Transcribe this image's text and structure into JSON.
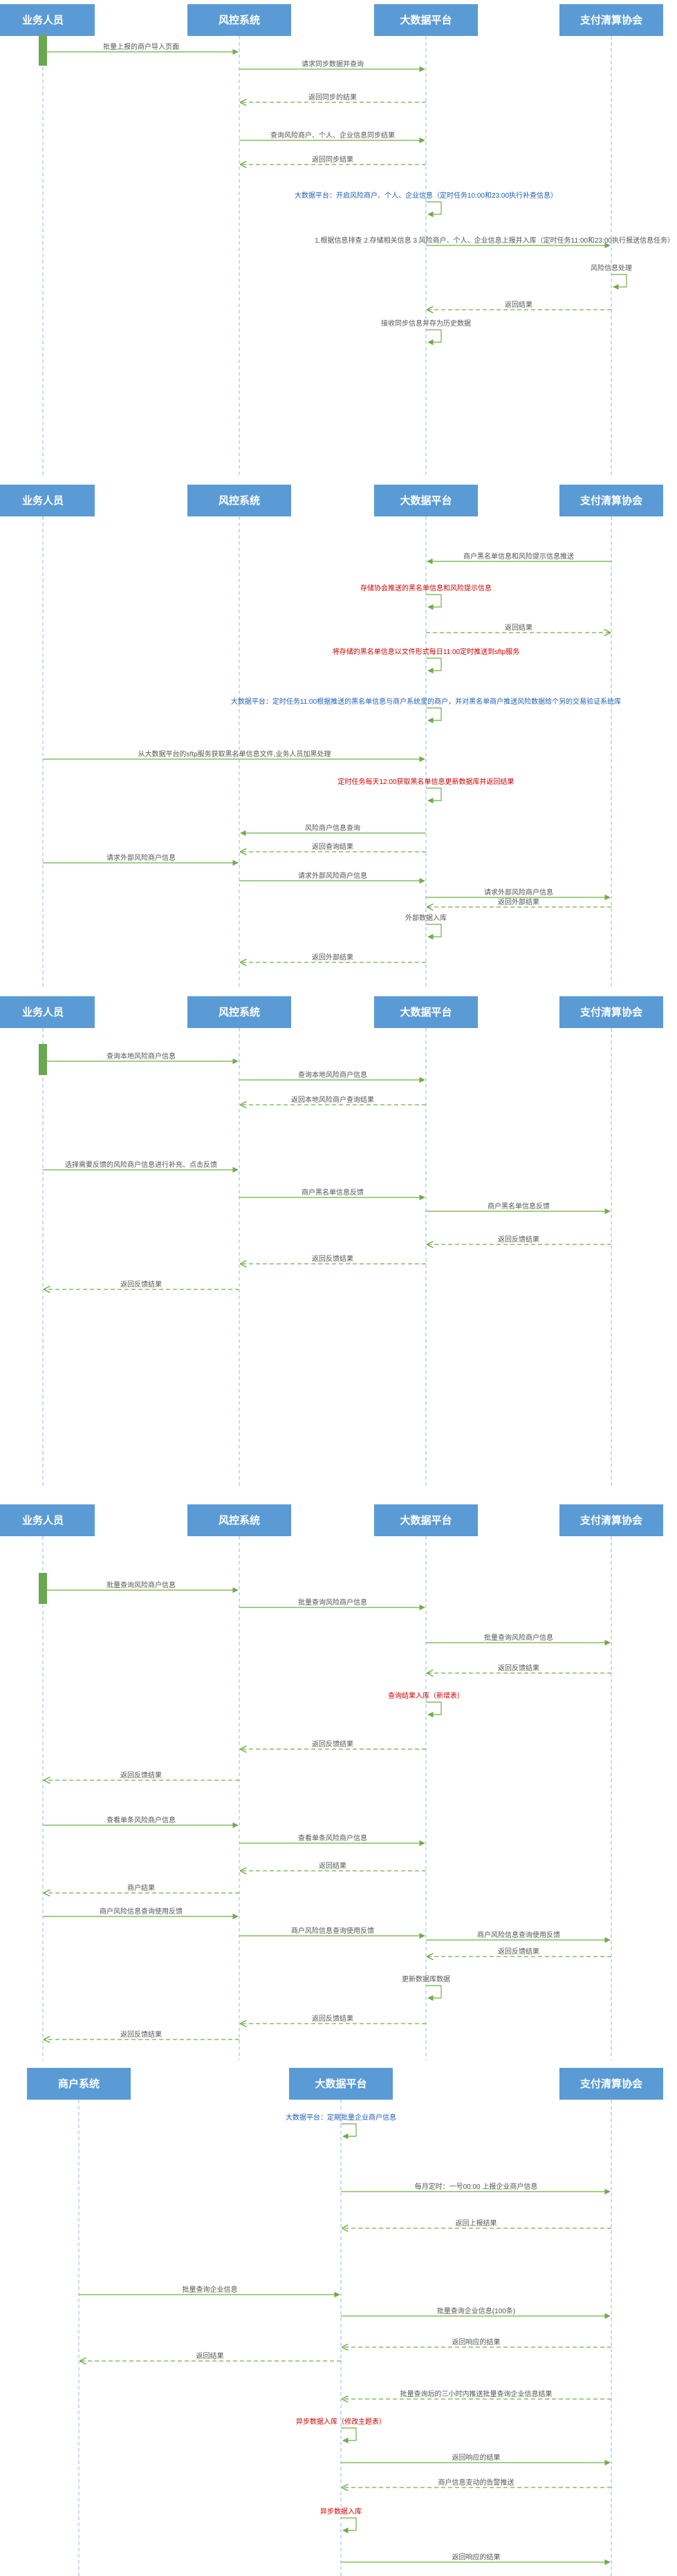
{
  "colors": {
    "header_fill": "#5b9bd5",
    "header_text": "#ffffff",
    "lifeline": "#9fc5e8",
    "arrow": "#70ad47",
    "activation": "#6aa84f",
    "text_default": "#555555",
    "text_blue": "#1f5fb5",
    "text_red": "#cc0000"
  },
  "sections": [
    {
      "participants": [
        "业务人员",
        "风控系统",
        "大数据平台",
        "支付清算协会"
      ],
      "messages": [
        {
          "from": 0,
          "to": 1,
          "type": "solid",
          "text": "批量上报的商户导入页面"
        },
        {
          "from": 1,
          "to": 2,
          "type": "solid",
          "text": "请求同步数据并查询"
        },
        {
          "from": 2,
          "to": 1,
          "type": "dashed",
          "text": "返回同步的结果"
        },
        {
          "from": 1,
          "to": 2,
          "type": "solid",
          "text": "查询风险商户、个人、企业信息同步结果"
        },
        {
          "from": 2,
          "to": 1,
          "type": "dashed",
          "text": "返回同步结果"
        },
        {
          "from": 2,
          "to": 2,
          "type": "self",
          "color": "blue",
          "text": "大数据平台：开启风险商户、个人、企业信息（定时任务10:00和23:00执行补查信息）"
        },
        {
          "from": 2,
          "to": 3,
          "type": "solid",
          "text": "1.根据信息排查 2.存储相关信息 3.风险商户、个人、企业信息上报并入库（定时任务11:00和23:00执行报送信息任务）"
        },
        {
          "from": 3,
          "to": 3,
          "type": "self",
          "text": "风险信息处理"
        },
        {
          "from": 3,
          "to": 2,
          "type": "dashed",
          "text": "返回结果"
        },
        {
          "from": 2,
          "to": 2,
          "type": "self",
          "text": "接收同步信息并存为历史数据"
        }
      ]
    },
    {
      "participants": [
        "业务人员",
        "风控系统",
        "大数据平台",
        "支付清算协会"
      ],
      "messages": [
        {
          "from": 3,
          "to": 2,
          "type": "solid",
          "text": "商户黑名单信息和风险提示信息推送"
        },
        {
          "from": 2,
          "to": 2,
          "type": "self",
          "color": "red",
          "text": "存储协会推送的黑名单信息和风险提示信息"
        },
        {
          "from": 2,
          "to": 3,
          "type": "dashed",
          "text": "返回结果"
        },
        {
          "from": 2,
          "to": 2,
          "type": "self",
          "color": "red",
          "text": "将存储的黑名单信息以文件形式每日11:00定时推送到sftp服务"
        },
        {
          "from": 2,
          "to": 2,
          "type": "self",
          "color": "blue",
          "text": "大数据平台：定时任务11:00根据推送的黑名单信息与商户系统里的商户，并对黑名单商户推送风险数据给个另的交易验证系统库"
        },
        {
          "from": 0,
          "to": 2,
          "type": "solid",
          "text": "从大数据平台的sftp服务获取黑名单信息文件,业务人员加黑处理"
        },
        {
          "from": 2,
          "to": 2,
          "type": "self",
          "color": "red",
          "text": "定时任务每天12:00获取黑名单信息更新数据库并返回结果"
        },
        {
          "from": 2,
          "to": 1,
          "type": "solid",
          "text": "风险商户信息查询"
        },
        {
          "from": 2,
          "to": 1,
          "type": "dashed",
          "text": "返回查询结果"
        },
        {
          "from": 0,
          "to": 1,
          "type": "solid",
          "text": "请求外部风险商户信息"
        },
        {
          "from": 1,
          "to": 2,
          "type": "solid",
          "text": "请求外部风险商户信息"
        },
        {
          "from": 2,
          "to": 3,
          "type": "solid",
          "text": "请求外部风险商户信息"
        },
        {
          "from": 3,
          "to": 2,
          "type": "dashed",
          "text": "返回外部结果"
        },
        {
          "from": 2,
          "to": 2,
          "type": "self",
          "text": "外部数据入库"
        },
        {
          "from": 2,
          "to": 1,
          "type": "dashed",
          "text": "返回外部结果"
        }
      ]
    },
    {
      "participants": [
        "业务人员",
        "风控系统",
        "大数据平台",
        "支付清算协会"
      ],
      "messages": [
        {
          "from": 0,
          "to": 1,
          "type": "solid",
          "text": "查询本地风险商户信息"
        },
        {
          "from": 1,
          "to": 2,
          "type": "solid",
          "text": "查询本地风险商户信息"
        },
        {
          "from": 2,
          "to": 1,
          "type": "dashed",
          "text": "返回本地风险商户查询结果"
        },
        {
          "from": 0,
          "to": 1,
          "type": "solid",
          "text": "选择需要反馈的风险商户信息进行补充、点击反馈"
        },
        {
          "from": 1,
          "to": 2,
          "type": "solid",
          "text": "商户黑名单信息反馈"
        },
        {
          "from": 2,
          "to": 3,
          "type": "solid",
          "text": "商户黑名单信息反馈"
        },
        {
          "from": 3,
          "to": 2,
          "type": "dashed",
          "text": "返回反馈结果"
        },
        {
          "from": 2,
          "to": 1,
          "type": "dashed",
          "text": "返回反馈结果"
        },
        {
          "from": 1,
          "to": 0,
          "type": "dashed",
          "text": "返回反馈结果"
        }
      ]
    },
    {
      "participants": [
        "业务人员",
        "风控系统",
        "大数据平台",
        "支付清算协会"
      ],
      "messages": [
        {
          "from": 0,
          "to": 1,
          "type": "solid",
          "text": "批量查询风险商户信息"
        },
        {
          "from": 1,
          "to": 2,
          "type": "solid",
          "text": "批量查询风险商户信息"
        },
        {
          "from": 2,
          "to": 3,
          "type": "solid",
          "text": "批量查询风险商户信息"
        },
        {
          "from": 3,
          "to": 2,
          "type": "dashed",
          "text": "返回反馈结果"
        },
        {
          "from": 2,
          "to": 2,
          "type": "self",
          "color": "red",
          "text": "查询结果入库（新增表）"
        },
        {
          "from": 2,
          "to": 1,
          "type": "dashed",
          "text": "返回反馈结果"
        },
        {
          "from": 1,
          "to": 0,
          "type": "dashed",
          "text": "返回反馈结果"
        },
        {
          "from": 0,
          "to": 1,
          "type": "solid",
          "text": "查看单条风险商户信息"
        },
        {
          "from": 1,
          "to": 2,
          "type": "solid",
          "text": "查看单条风险商户信息"
        },
        {
          "from": 2,
          "to": 1,
          "type": "dashed",
          "text": "返回结果"
        },
        {
          "from": 1,
          "to": 0,
          "type": "dashed",
          "text": "商户结果"
        },
        {
          "from": 0,
          "to": 1,
          "type": "solid",
          "text": "商户风险信息查询使用反馈"
        },
        {
          "from": 1,
          "to": 2,
          "type": "solid",
          "text": "商户风险信息查询使用反馈"
        },
        {
          "from": 2,
          "to": 3,
          "type": "solid",
          "text": "商户风险信息查询使用反馈"
        },
        {
          "from": 3,
          "to": 2,
          "type": "dashed",
          "text": "返回反馈结果"
        },
        {
          "from": 2,
          "to": 2,
          "type": "self",
          "text": "更新数据库数据"
        },
        {
          "from": 2,
          "to": 1,
          "type": "dashed",
          "text": "返回反馈结果"
        },
        {
          "from": 1,
          "to": 0,
          "type": "dashed",
          "text": "返回反馈结果"
        }
      ]
    },
    {
      "participants": [
        "商户系统",
        "大数据平台",
        "支付清算协会"
      ],
      "messages": [
        {
          "from": 1,
          "to": 1,
          "type": "self",
          "color": "blue",
          "text": "大数据平台：定期批量企业商户信息"
        },
        {
          "from": 1,
          "to": 2,
          "type": "solid",
          "text": "每月定时：一号00:00 上报企业商户信息"
        },
        {
          "from": 2,
          "to": 1,
          "type": "dashed",
          "text": "返回上报结果"
        },
        {
          "from": 0,
          "to": 1,
          "type": "solid",
          "text": "批量查询企业信息"
        },
        {
          "from": 1,
          "to": 2,
          "type": "solid",
          "text": "批量查询企业信息(100条)"
        },
        {
          "from": 2,
          "to": 1,
          "type": "dashed",
          "text": "返回响应的结果"
        },
        {
          "from": 1,
          "to": 0,
          "type": "dashed",
          "text": "返回结果"
        },
        {
          "from": 2,
          "to": 1,
          "type": "dashed",
          "text": "批量查询后的三小时内推送批量查询企业信息结果"
        },
        {
          "from": 1,
          "to": 1,
          "type": "self",
          "color": "red",
          "text": "异步数据入库（修改主题表）"
        },
        {
          "from": 1,
          "to": 2,
          "type": "solid",
          "text": "返回响应的结果"
        },
        {
          "from": 2,
          "to": 1,
          "type": "dashed",
          "text": "商户信息变动的告警推送"
        },
        {
          "from": 1,
          "to": 1,
          "type": "self",
          "color": "red",
          "text": "异步数据入库"
        },
        {
          "from": 1,
          "to": 2,
          "type": "solid",
          "text": "返回响应的结果"
        }
      ]
    }
  ]
}
